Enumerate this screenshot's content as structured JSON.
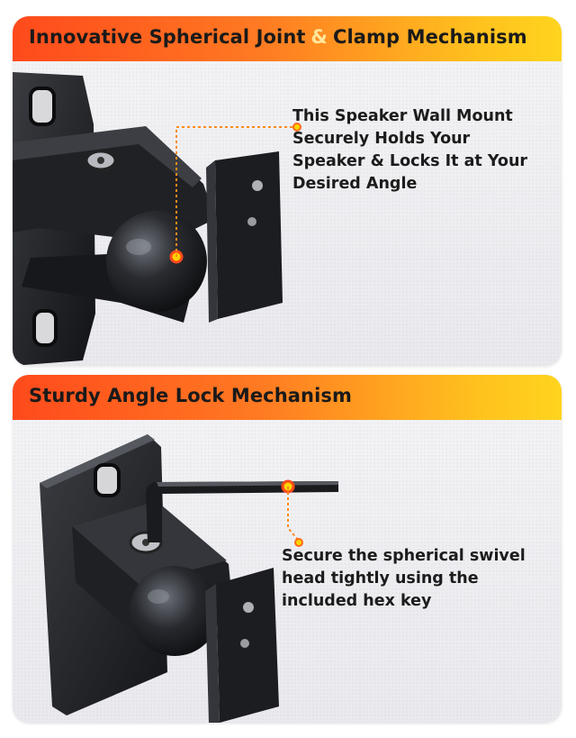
{
  "section1": {
    "title_part1": "Innovative Spherical Joint",
    "title_amp": "&",
    "title_part2": "Clamp Mechanism",
    "caption_line1": "This Speaker Wall Mount",
    "caption_line2": "Securely Holds Your",
    "caption_line3": "Speaker & Locks It at Your",
    "caption_line4": "Desired Angle"
  },
  "section2": {
    "title": "Sturdy Angle Lock Mechanism",
    "caption_line1": "Secure the spherical swivel",
    "caption_line2": "head tightly using the",
    "caption_line3": "included hex key"
  },
  "colors": {
    "banner_start": "#ff4a1c",
    "banner_end": "#ffd41e",
    "callout": "#ff8a1a",
    "metal": "#1c1d20"
  }
}
